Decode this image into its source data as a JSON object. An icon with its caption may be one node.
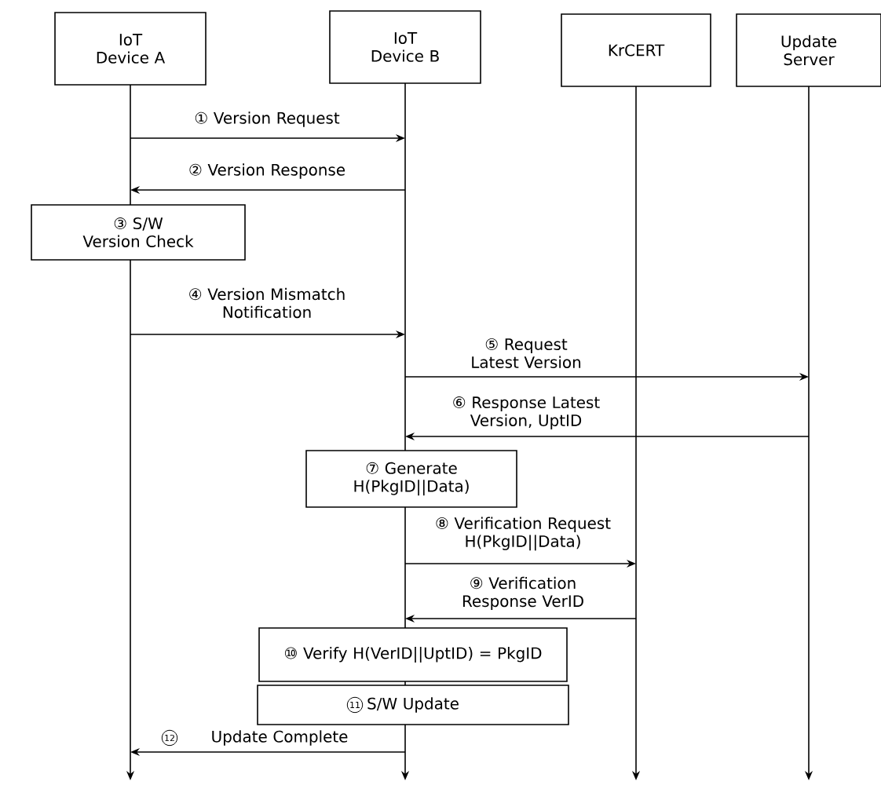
{
  "diagram": {
    "nodes": [
      {
        "text": [
          "IoT Device A"
        ]
      },
      {
        "text": [
          "IoT Device B"
        ]
      },
      {
        "text": [
          "KrCERT"
        ]
      },
      {
        "text": [
          "Update Server"
        ]
      },
      {
        "text": [],
        "shape": "bar"
      },
      {
        "text": [],
        "shape": "bar"
      },
      {
        "text": [],
        "shape": "bar"
      },
      {
        "text": [],
        "shape": "bar"
      },
      {
        "text": [
          "③ S/W Version Check"
        ]
      },
      {
        "text": [
          "⑦ Generate H(PkgID||Data)"
        ]
      },
      {
        "text": [
          "⑩ Verify H(VerID||UptID) = PkgID"
        ]
      },
      {
        "text": [
          "S/W Update"
        ]
      }
    ],
    "edges": [
      {
        "from": 4,
        "to": 5,
        "arrow": "to",
        "label": "① Version Request"
      },
      {
        "from": 5,
        "to": 4,
        "arrow": "to",
        "label": "② Version Response"
      },
      {
        "from": 4,
        "to": 5,
        "arrow": "to",
        "label": "④ Version Mismatch Notification"
      },
      {
        "from": 5,
        "to": 7,
        "arrow": "to",
        "label": "⑤ Request Latest Version"
      },
      {
        "from": 7,
        "to": 5,
        "arrow": "to",
        "label": "⑥ Response Latest Version, UptID"
      },
      {
        "from": 5,
        "to": 6,
        "arrow": "to",
        "label": "⑧ Verification Request H(PkgID||Data)"
      },
      {
        "from": 6,
        "to": 5,
        "arrow": "to",
        "label": "⑨ Verification Response VerID"
      },
      {
        "from": 5,
        "to": 4,
        "arrow": "to",
        "label": "Update Complete"
      }
    ],
    "labels": [
      "11",
      "12"
    ]
  }
}
